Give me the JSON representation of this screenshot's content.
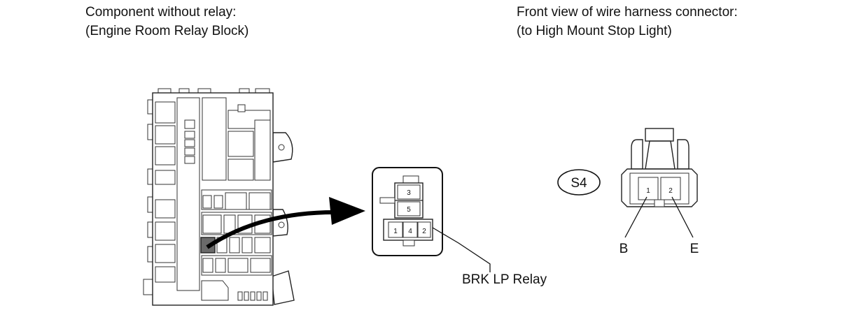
{
  "left_caption": {
    "line1": "Component without relay:",
    "line2": "(Engine Room Relay Block)"
  },
  "right_caption": {
    "line1": "Front view of wire harness connector:",
    "line2": "(to High Mount Stop Light)"
  },
  "relay": {
    "label": "BRK LP Relay",
    "pins": [
      "3",
      "5",
      "1",
      "4",
      "2"
    ]
  },
  "connector": {
    "code": "S4",
    "pins": [
      "1",
      "2"
    ],
    "terminal_labels": [
      "B",
      "E"
    ]
  }
}
